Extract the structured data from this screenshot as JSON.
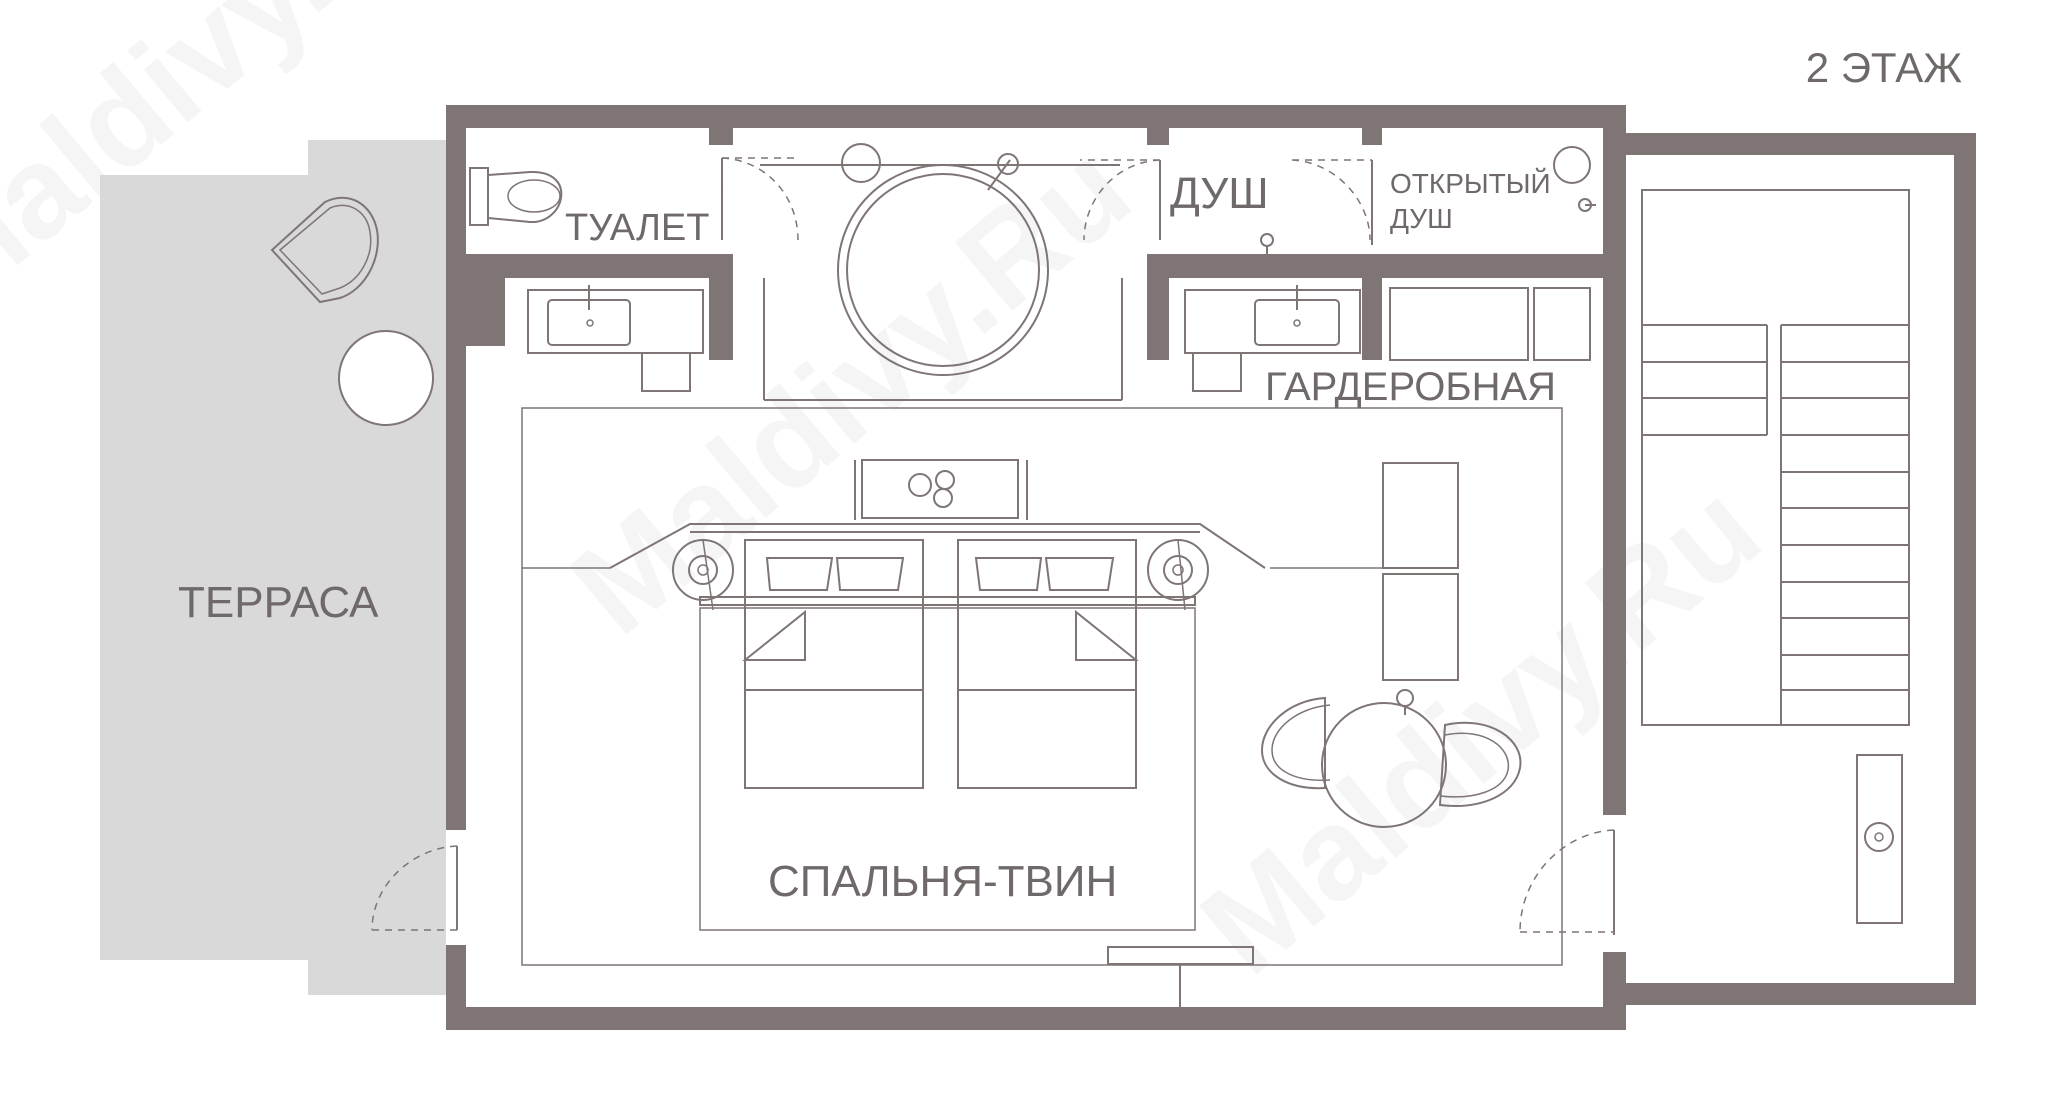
{
  "floor_label": "2 ЭТАЖ",
  "rooms": {
    "toilet": "ТУАЛЕТ",
    "shower": "ДУШ",
    "open_shower_line1": "ОТКРЫТЫЙ",
    "open_shower_line2": "ДУШ",
    "wardrobe": "ГАРДЕРОБНАЯ",
    "bedroom": "СПАЛЬНЯ-ТВИН",
    "terrace": "ТЕРРАСА"
  },
  "watermark": "Maldivy.Ru",
  "colors": {
    "wall": "#7e7574",
    "terrace_fill": "#d9d9d9",
    "label": "#6f6a69",
    "background": "#ffffff"
  }
}
